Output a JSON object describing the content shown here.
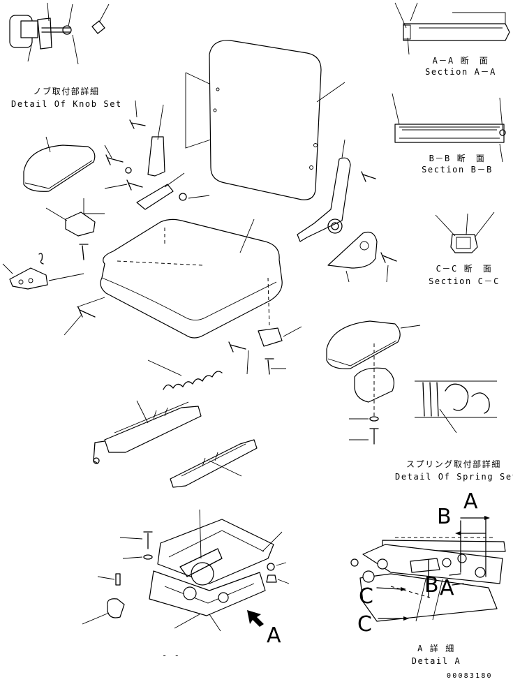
{
  "labels": {
    "knob_detail_jp": "ノブ取付部詳細",
    "knob_detail_en": "Detail Of Knob Set",
    "section_aa_jp": "A－A 断　面",
    "section_aa_en": "Section A－A",
    "section_bb_jp": "B－B 断　面",
    "section_bb_en": "Section B－B",
    "section_cc_jp": "C－C 断　面",
    "section_cc_en": "Section C－C",
    "spring_detail_jp": "スプリング取付部詳細",
    "spring_detail_en": "Detail Of Spring Set",
    "detail_a_jp": "A 詳 細",
    "detail_a_en": "Detail A",
    "view_marker": "A",
    "footer_dash": "- -",
    "drawing_number": "00083180"
  },
  "callouts": {
    "a_top": "A",
    "b_upper": "B",
    "b_lower": "B",
    "a_lower": "A",
    "c_upper": "C",
    "c_lower": "C"
  }
}
